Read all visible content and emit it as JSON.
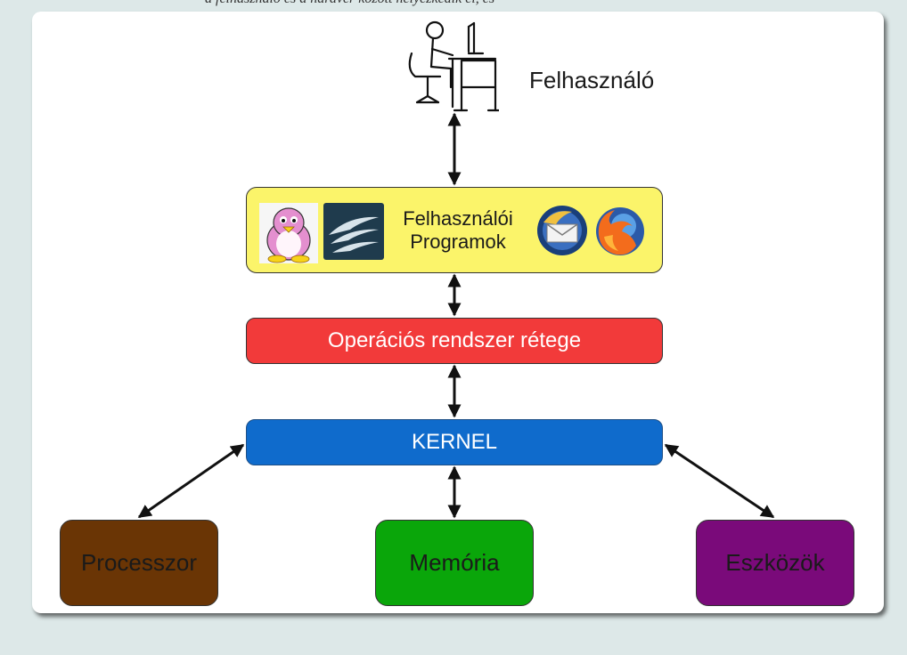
{
  "top_cut_text": "a felhasználó és a hardver között helyezkedik el, és",
  "user": {
    "label": "Felhasználó"
  },
  "layers": {
    "apps_line1": "Felhasználói",
    "apps_line2": "Programok",
    "os": "Operációs rendszer rétege",
    "kernel": "KERNEL"
  },
  "hardware": {
    "cpu": "Processzor",
    "memory": "Memória",
    "devices": "Eszközök"
  },
  "colors": {
    "page_bg": "#dde8e8",
    "apps": "#fbf46a",
    "os": "#f23a3a",
    "kernel": "#0f6bcc",
    "cpu": "#6a3505",
    "memory": "#0aa60a",
    "devices": "#7a0a7a"
  },
  "icons": [
    "user-at-desk-icon",
    "penguin-icon",
    "office-suite-icon",
    "mail-client-icon",
    "firefox-icon"
  ]
}
